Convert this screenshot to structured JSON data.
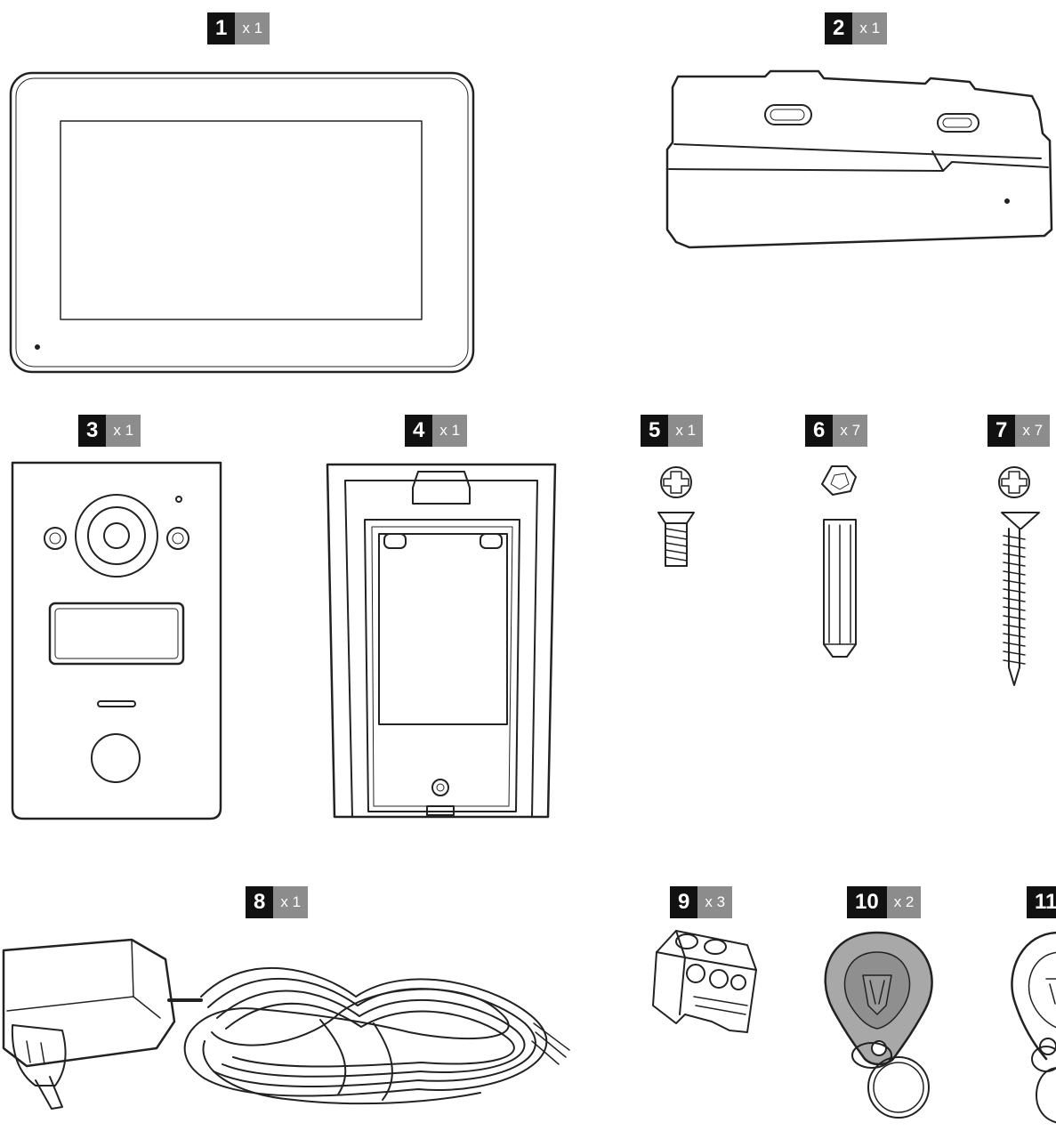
{
  "items": [
    {
      "number": "1",
      "quantity": "x 1",
      "name": "monitor"
    },
    {
      "number": "2",
      "quantity": "x 1",
      "name": "monitor-wall-bracket"
    },
    {
      "number": "3",
      "quantity": "x 1",
      "name": "outdoor-door-station"
    },
    {
      "number": "4",
      "quantity": "x 1",
      "name": "rain-cover-bracket"
    },
    {
      "number": "5",
      "quantity": "x 1",
      "name": "short-screw"
    },
    {
      "number": "6",
      "quantity": "x 7",
      "name": "wall-plug"
    },
    {
      "number": "7",
      "quantity": "x 7",
      "name": "long-screw"
    },
    {
      "number": "8",
      "quantity": "x 1",
      "name": "power-adapter-and-cable"
    },
    {
      "number": "9",
      "quantity": "x 3",
      "name": "terminal-block"
    },
    {
      "number": "10",
      "quantity": "x 2",
      "name": "grey-rfid-tag"
    },
    {
      "number": "11",
      "quantity": "",
      "name": "white-rfid-tag"
    }
  ],
  "colors": {
    "badge_number_bg": "#111111",
    "badge_quantity_bg": "#8c8c8c",
    "line": "#222222"
  }
}
